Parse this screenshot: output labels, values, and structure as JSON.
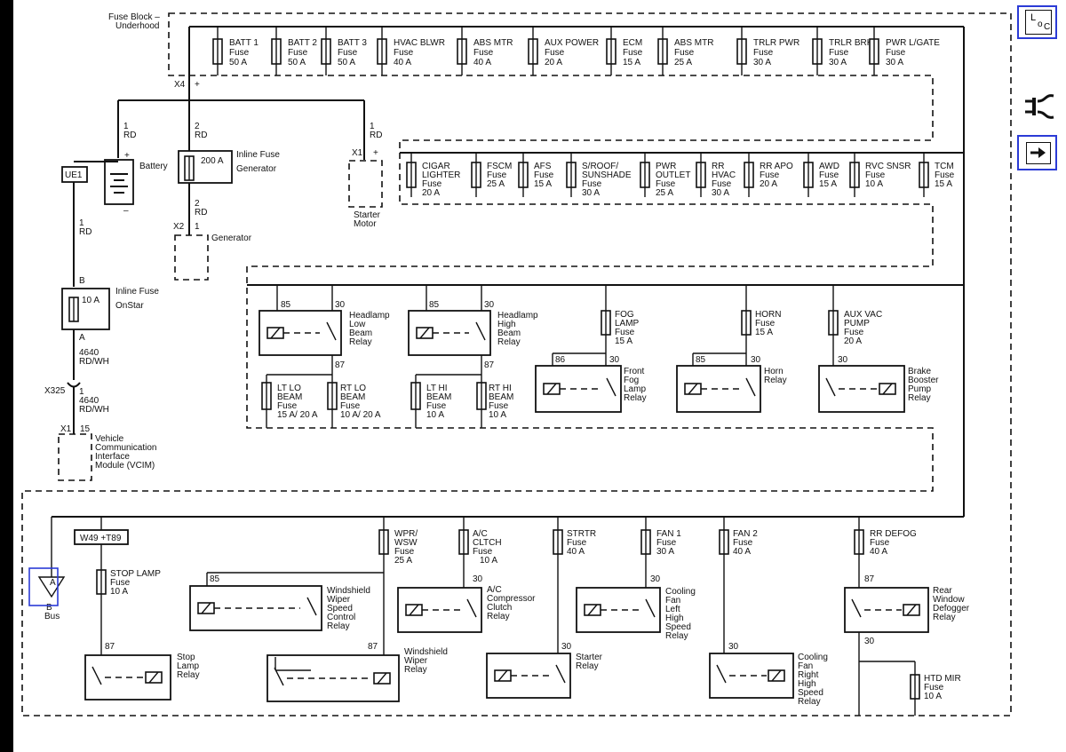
{
  "title": "Fuse Block – Underhood",
  "fuses_row1": [
    {
      "name": "BATT 1",
      "type": "Fuse",
      "rating": "50 A"
    },
    {
      "name": "BATT 2",
      "type": "Fuse",
      "rating": "50 A"
    },
    {
      "name": "BATT 3",
      "type": "Fuse",
      "rating": "50 A"
    },
    {
      "name": "HVAC BLWR",
      "type": "Fuse",
      "rating": "40 A"
    },
    {
      "name": "ABS MTR",
      "type": "Fuse",
      "rating": "40 A"
    },
    {
      "name": "AUX POWER",
      "type": "Fuse",
      "rating": "20 A"
    },
    {
      "name": "ECM",
      "type": "Fuse",
      "rating": "15 A"
    },
    {
      "name": "ABS MTR",
      "type": "Fuse",
      "rating": "25 A"
    },
    {
      "name": "TRLR PWR",
      "type": "Fuse",
      "rating": "30 A"
    },
    {
      "name": "TRLR BRK",
      "type": "Fuse",
      "rating": "30 A"
    },
    {
      "name": "PWR L/GATE",
      "type": "Fuse",
      "rating": "30 A"
    }
  ],
  "fuses_row2": [
    {
      "name": "CIGAR LIGHTER",
      "type": "Fuse",
      "rating": "20 A"
    },
    {
      "name": "FSCM",
      "type": "Fuse",
      "rating": "25 A"
    },
    {
      "name": "AFS",
      "type": "Fuse",
      "rating": "15 A"
    },
    {
      "name": "S/ROOF/ SUNSHADE",
      "type": "Fuse",
      "rating": "30 A"
    },
    {
      "name": "PWR OUTLET",
      "type": "Fuse",
      "rating": "25 A"
    },
    {
      "name": "RR HVAC",
      "type": "Fuse",
      "rating": "30 A"
    },
    {
      "name": "RR APO",
      "type": "Fuse",
      "rating": "20 A"
    },
    {
      "name": "AWD",
      "type": "Fuse",
      "rating": "15 A"
    },
    {
      "name": "RVC SNSR",
      "type": "Fuse",
      "rating": "10 A"
    },
    {
      "name": "TCM",
      "type": "Fuse",
      "rating": "15 A"
    }
  ],
  "left": {
    "x4": "X4",
    "plus": "+",
    "battery_wire": [
      "1",
      "RD"
    ],
    "battery": "Battery",
    "minus": "–",
    "ue1": "UE1",
    "gen_wire": [
      "2",
      "RD"
    ],
    "inline_gen_rating": "200 A",
    "inline_gen": [
      "Inline Fuse",
      "Generator"
    ],
    "gen_wire2": [
      "2",
      "RD"
    ],
    "x2": "X2",
    "gen_pin": "1",
    "generator": "Generator",
    "starter_wire": [
      "1",
      "RD"
    ],
    "x1_starter": "X1",
    "starter": [
      "Starter",
      "Motor"
    ],
    "onstar_wire": [
      "1",
      "RD"
    ],
    "onstar_b": "B",
    "onstar_rating": "10 A",
    "onstar": [
      "Inline Fuse",
      "OnStar"
    ],
    "onstar_a": "A",
    "wire_4640a": [
      "4640",
      "RD/WH"
    ],
    "x325": "X325",
    "wire_4640b": [
      "1",
      "4640",
      "RD/WH"
    ],
    "x1_vcim": "X1",
    "vcim_pin": "15",
    "vcim": [
      "Vehicle",
      "Communication",
      "Interface",
      "Module (VCIM)"
    ]
  },
  "relays_mid": {
    "hl_low": {
      "p85": "85",
      "p30": "30",
      "p87": "87",
      "label": [
        "Headlamp",
        "Low",
        "Beam",
        "Relay"
      ]
    },
    "lt_lo": {
      "name": [
        "LT LO",
        "BEAM",
        "Fuse"
      ],
      "rating": "15 A/ 20 A"
    },
    "rt_lo": {
      "name": [
        "RT LO",
        "BEAM",
        "Fuse"
      ],
      "rating": "10 A/ 20 A"
    },
    "hl_high": {
      "p85": "85",
      "p30": "30",
      "p87": "87",
      "label": [
        "Headlamp",
        "High",
        "Beam",
        "Relay"
      ]
    },
    "lt_hi": {
      "name": [
        "LT HI",
        "BEAM",
        "Fuse"
      ],
      "rating": "10 A"
    },
    "rt_hi": {
      "name": [
        "RT HI",
        "BEAM",
        "Fuse"
      ],
      "rating": "10 A"
    },
    "fog_fuse": {
      "name": [
        "FOG",
        "LAMP",
        "Fuse"
      ],
      "rating": "15 A"
    },
    "fog_relay": {
      "p86": "86",
      "p30": "30",
      "label": [
        "Front",
        "Fog",
        "Lamp",
        "Relay"
      ]
    },
    "horn_fuse": {
      "name": [
        "HORN",
        "Fuse"
      ],
      "rating": "15 A"
    },
    "horn_relay": {
      "p85": "85",
      "p30": "30",
      "label": [
        "Horn",
        "Relay"
      ]
    },
    "aux_fuse": {
      "name": [
        "AUX VAC",
        "PUMP",
        "Fuse"
      ],
      "rating": "20 A"
    },
    "brake_relay": {
      "p30": "30",
      "label": [
        "Brake",
        "Booster",
        "Pump",
        "Relay"
      ]
    }
  },
  "bottom": {
    "bus": {
      "a": "A",
      "b": "B",
      "label": "Bus"
    },
    "w49": "W49 +T89",
    "stop_fuse": {
      "name": [
        "STOP LAMP",
        "Fuse"
      ],
      "rating": "10 A"
    },
    "stop_relay": {
      "p87": "87",
      "label": [
        "Stop",
        "Lamp",
        "Relay"
      ]
    },
    "wsw_speed": {
      "p85": "85",
      "label": [
        "Windshield",
        "Wiper",
        "Speed",
        "Control",
        "Relay"
      ]
    },
    "wpr_fuse": {
      "name": [
        "WPR/",
        "WSW",
        "Fuse"
      ],
      "rating": "25 A"
    },
    "wiper_relay": {
      "p87": "87",
      "label": [
        "Windshield",
        "Wiper",
        "Relay"
      ]
    },
    "ac_fuse": {
      "name": [
        "A/C",
        "CLTCH",
        "Fuse"
      ],
      "rating": "10 A"
    },
    "ac_relay": {
      "p30": "30",
      "label": [
        "A/C",
        "Compressor",
        "Clutch",
        "Relay"
      ]
    },
    "strtr_fuse": {
      "name": [
        "STRTR",
        "Fuse"
      ],
      "rating": "40 A"
    },
    "starter_relay": {
      "p30": "30",
      "label": [
        "Starter",
        "Relay"
      ]
    },
    "fan1_fuse": {
      "name": [
        "FAN 1",
        "Fuse"
      ],
      "rating": "30 A"
    },
    "fan1_relay": {
      "p30": "30",
      "label": [
        "Cooling",
        "Fan",
        "Left",
        "High",
        "Speed",
        "Relay"
      ]
    },
    "fan2_fuse": {
      "name": [
        "FAN 2",
        "Fuse"
      ],
      "rating": "40 A"
    },
    "fan2_relay": {
      "p30": "30",
      "label": [
        "Cooling",
        "Fan",
        "Right",
        "High",
        "Speed",
        "Relay"
      ]
    },
    "defog_fuse": {
      "name": [
        "RR DEFOG",
        "Fuse"
      ],
      "rating": "40 A"
    },
    "defog_relay": {
      "p87": "87",
      "p30": "30",
      "label": [
        "Rear",
        "Window",
        "Defogger",
        "Relay"
      ]
    },
    "htd_fuse": {
      "name": [
        "HTD MIR",
        "Fuse"
      ],
      "rating": "10 A"
    }
  },
  "toolbar": {
    "loc_label": "L",
    "loc_sub": "o",
    "loc_sub2": "C"
  }
}
